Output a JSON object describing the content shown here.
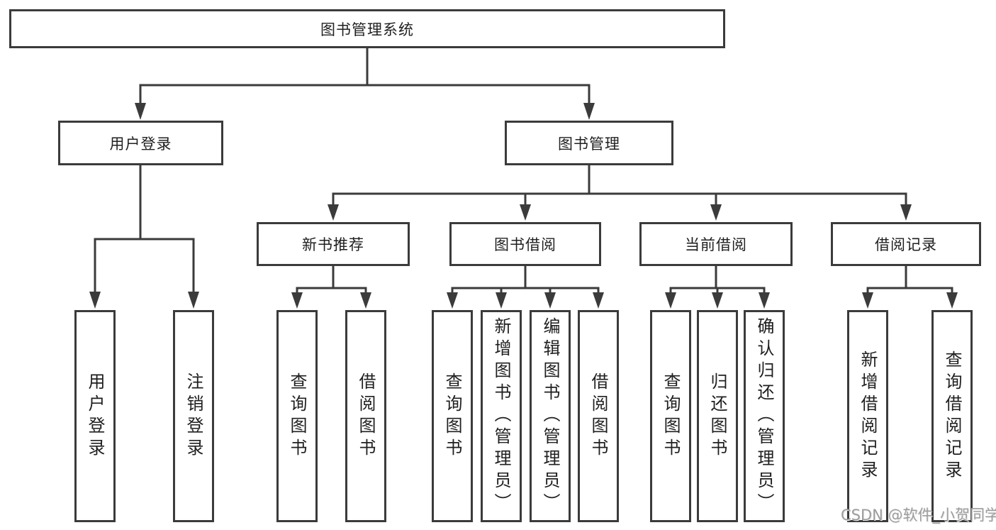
{
  "diagram": {
    "root": {
      "label": "图书管理系统"
    },
    "level2": {
      "user_login": {
        "label": "用户登录"
      },
      "book_management": {
        "label": "图书管理"
      }
    },
    "level3": {
      "new_book_recommendation": {
        "label": "新书推荐"
      },
      "book_borrowing": {
        "label": "图书借阅"
      },
      "current_borrowing": {
        "label": "当前借阅"
      },
      "borrowing_records": {
        "label": "借阅记录"
      }
    },
    "level4": {
      "user_login_children": [
        {
          "label": "用户登录"
        },
        {
          "label": "注销登录"
        }
      ],
      "new_book_children": [
        {
          "label": "查询图书"
        },
        {
          "label": "借阅图书"
        }
      ],
      "book_borrowing_children": [
        {
          "label": "查询图书"
        },
        {
          "label": "新增图书（管理员）"
        },
        {
          "label": "编辑图书（管理员）"
        },
        {
          "label": "借阅图书"
        }
      ],
      "current_borrowing_children": [
        {
          "label": "查询图书"
        },
        {
          "label": "归还图书"
        },
        {
          "label": "确认归还（管理员）"
        }
      ],
      "records_children": [
        {
          "label": "新增借阅记录"
        },
        {
          "label": "查询借阅记录"
        }
      ]
    }
  },
  "watermark": {
    "text": "CSDN @软件_小贺同学"
  },
  "colors": {
    "line": "#3b3b3b",
    "text": "#1f1f1f",
    "watermark": "#9d9d9d",
    "background": "#ffffff"
  }
}
